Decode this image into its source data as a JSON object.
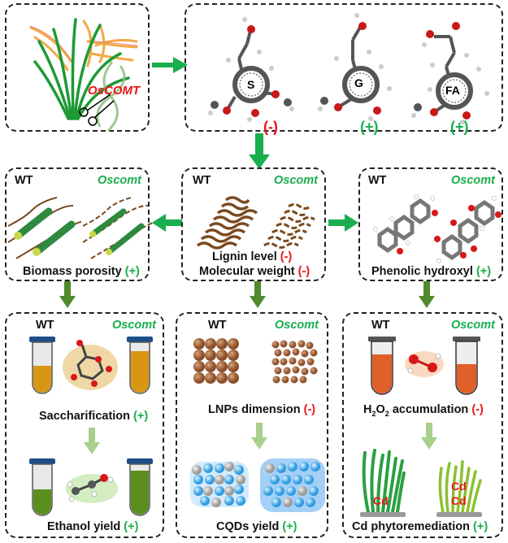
{
  "colors": {
    "arrow_bright_green": "#1aae4e",
    "arrow_dark_green": "#4f8a2b",
    "arrow_light_green": "#a8d08d",
    "positive": "#1aae4e",
    "negative": "#e8141a",
    "lignin_brown": "#7a4a1e",
    "nanoparticle_brown": "#a86a44",
    "cqd_blue": "#4fb8f0",
    "sugar_tube": "#d99514",
    "ethanol_tube": "#5a8f1e",
    "h2o2_tube": "#e0602a"
  },
  "gene": {
    "label": "OsCOMT",
    "icons": [
      "rice-plant-icon",
      "dna-helix-icon",
      "scissors-icon"
    ]
  },
  "monomers": [
    {
      "ring_label": "S",
      "sign": "(-)",
      "effect": "negative"
    },
    {
      "ring_label": "G",
      "sign": "(+)",
      "effect": "positive"
    },
    {
      "ring_label": "FA",
      "sign": "(+)",
      "effect": "positive"
    }
  ],
  "genotypes": {
    "wt": "WT",
    "mutant": "Oscomt"
  },
  "panels": {
    "biomass": {
      "text": "Biomass porosity",
      "sign": "(+)"
    },
    "lignin": {
      "line1_text": "Lignin level",
      "line1_sign": "(-)",
      "line2_text": "Molecular weight",
      "line2_sign": "(-)"
    },
    "phenolic": {
      "text": "Phenolic hydroxyl",
      "sign": "(+)"
    },
    "saccharification": {
      "text": "Saccharification",
      "sign": "(+)"
    },
    "ethanol": {
      "text": "Ethanol yield",
      "sign": "(+)"
    },
    "lnps": {
      "text": "LNPs dimension",
      "sign": "(-)"
    },
    "cqds": {
      "text": "CQDs yield",
      "sign": "(+)"
    },
    "h2o2": {
      "text_h": "H",
      "sub1": "2",
      "text_o": "O",
      "sub2": "2",
      "text_rest": " accumulation",
      "sign": "(-)"
    },
    "cd": {
      "text": "Cd phytoremediation",
      "sign": "(+)",
      "cd_label": "Cd"
    }
  }
}
